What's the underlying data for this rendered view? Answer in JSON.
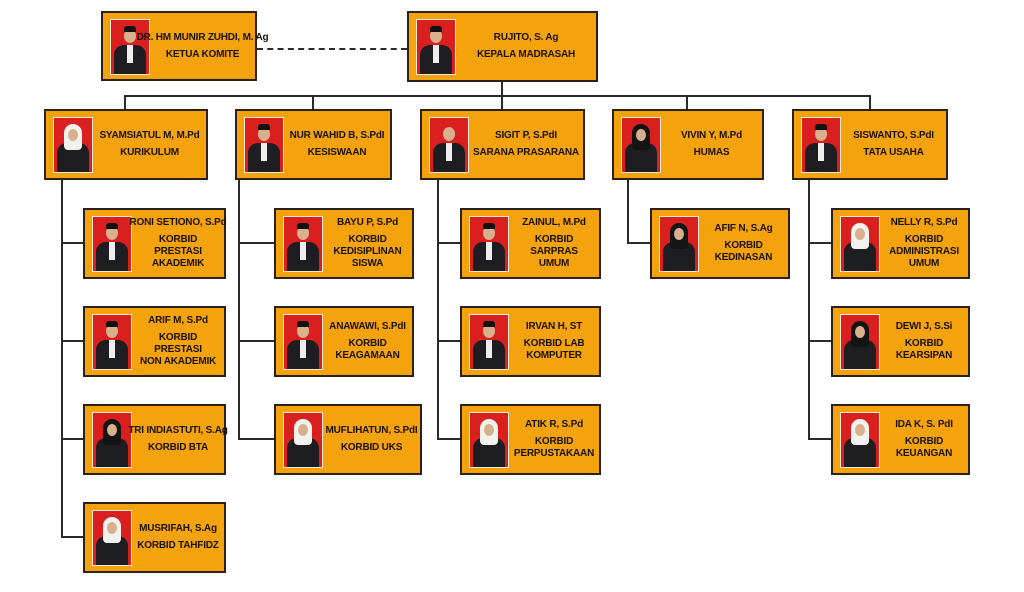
{
  "top": [
    {
      "name": "DR. HM MUNIR ZUHDI, M. Ag",
      "role": "KETUA KOMITE",
      "photo": "man-cap"
    },
    {
      "name": "RUJITO, S. Ag",
      "role": "KEPALA MADRASAH",
      "photo": "man-cap"
    }
  ],
  "divisions": [
    {
      "head": {
        "name": "SYAMSIATUL M, M.Pd",
        "role": "KURIKULUM",
        "photo": "woman-white-hijab"
      },
      "members": [
        {
          "name": "RONI SETIONO, S.Pd",
          "role": "KORBID PRESTASI\nAKADEMIK",
          "photo": "man-cap"
        },
        {
          "name": "ARIF M, S.Pd",
          "role": "KORBID PRESTASI\nNON AKADEMIK",
          "photo": "man-cap"
        },
        {
          "name": "TRI INDIASTUTI, S.Ag",
          "role": "KORBID BTA",
          "photo": "woman-black-hijab"
        },
        {
          "name": "MUSRIFAH, S.Ag",
          "role": "KORBID TAHFIDZ",
          "photo": "woman-white-hijab"
        }
      ]
    },
    {
      "head": {
        "name": "NUR WAHID B, S.PdI",
        "role": "KESISWAAN",
        "photo": "man-cap"
      },
      "members": [
        {
          "name": "BAYU P, S.Pd",
          "role": "KORBID\nKEDISIPLINAN\nSISWA",
          "photo": "man-cap"
        },
        {
          "name": "ANAWAWI, S.PdI",
          "role": "KORBID\nKEAGAMAAN",
          "photo": "man-cap"
        },
        {
          "name": "MUFLIHATUN, S.PdI",
          "role": "KORBID UKS",
          "photo": "woman-white-hijab"
        }
      ]
    },
    {
      "head": {
        "name": "SIGIT P, S.PdI",
        "role": "SARANA PRASARANA",
        "photo": "man"
      },
      "members": [
        {
          "name": "ZAINUL, M.Pd",
          "role": "KORBID SARPRAS\nUMUM",
          "photo": "man-cap"
        },
        {
          "name": "IRVAN H, ST",
          "role": "KORBID LAB\nKOMPUTER",
          "photo": "man-cap"
        },
        {
          "name": "ATIK R, S.Pd",
          "role": "KORBID\nPERPUSTAKAAN",
          "photo": "woman-white-hijab"
        }
      ]
    },
    {
      "head": {
        "name": "VIVIN Y, M.Pd",
        "role": "HUMAS",
        "photo": "woman-black-hijab"
      },
      "members": [
        {
          "name": "AFIF N, S.Ag",
          "role": "KORBID\nKEDINASAN",
          "photo": "woman-black-hijab"
        }
      ]
    },
    {
      "head": {
        "name": "SISWANTO, S.PdI",
        "role": "TATA USAHA",
        "photo": "man-cap"
      },
      "members": [
        {
          "name": "NELLY R, S.Pd",
          "role": "KORBID\nADMINISTRASI\nUMUM",
          "photo": "woman-white-hijab"
        },
        {
          "name": "DEWI J, S.Si",
          "role": "KORBID\nKEARSIPAN",
          "photo": "woman-black-hijab"
        },
        {
          "name": "IDA K, S. PdI",
          "role": "KORBID\nKEUANGAN",
          "photo": "woman-white-hijab"
        }
      ]
    }
  ],
  "colors": {
    "box": "#f5a30c",
    "border": "#2b2118",
    "photo_bg": "#d9201f"
  }
}
